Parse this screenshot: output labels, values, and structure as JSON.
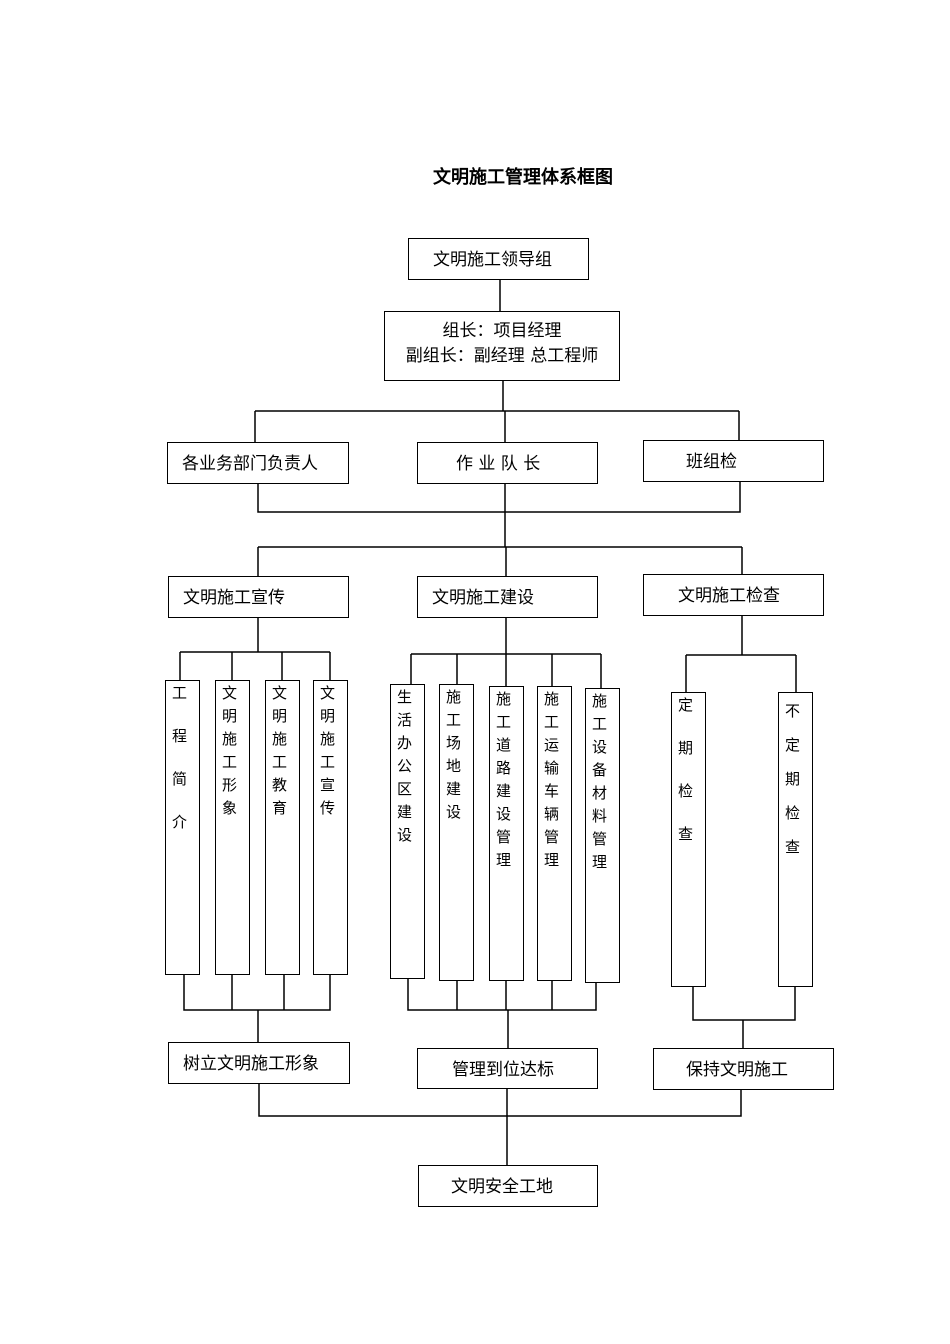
{
  "title": "文明施工管理体系框图",
  "leader": "文明施工领导组",
  "leader_detail": [
    "组长：项目经理",
    "副组长：副经理 总工程师"
  ],
  "level3": [
    "各业务部门负责人",
    "作 业 队 长",
    "班组检"
  ],
  "level4": [
    "文明施工宣传",
    "文明施工建设",
    "文明施工检查"
  ],
  "propaganda_items": [
    "工程简介",
    "文明施工形象",
    "文明施工教育",
    "文明施工宣传"
  ],
  "construction_items": [
    "生活办公区建设",
    "施工场地建设",
    "施工道路建设管理",
    "施工运输车辆管理",
    "施工设备材料管理"
  ],
  "inspection_items": [
    "定期检查",
    "不定期检查"
  ],
  "level5": [
    "树立文明施工形象",
    "管理到位达标",
    "保持文明施工"
  ],
  "final": "文明安全工地"
}
